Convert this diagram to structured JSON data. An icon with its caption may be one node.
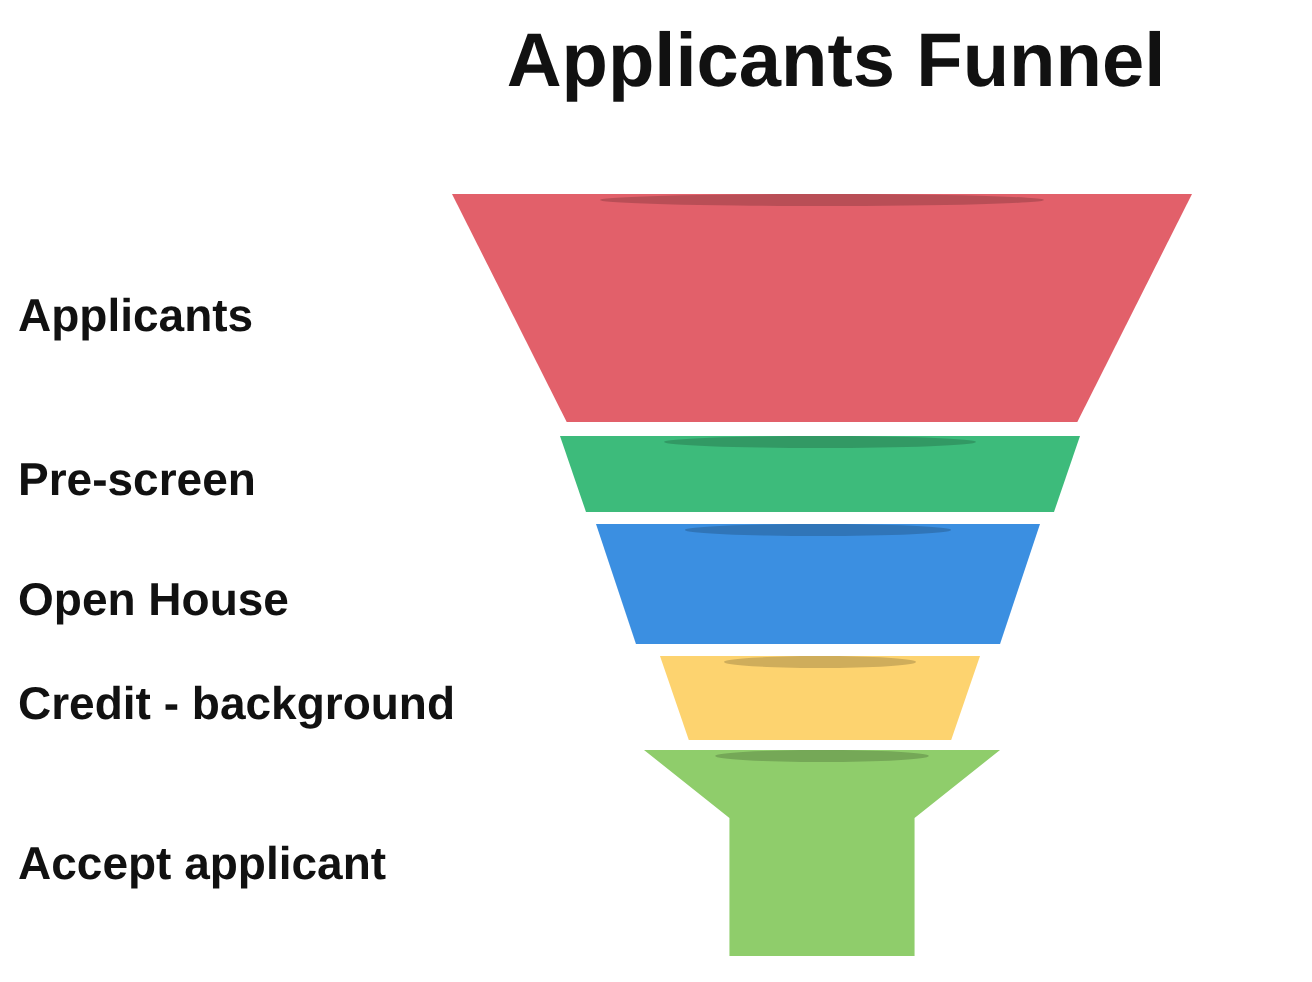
{
  "diagram": {
    "title": "Applicants Funnel",
    "nodes": [
      {
        "text": [],
        "shape": "trapezoid"
      },
      {
        "text": [],
        "shape": "trapezoid"
      },
      {
        "text": [],
        "shape": "trapezoid"
      },
      {
        "text": [],
        "shape": "trapezoid"
      },
      {
        "text": [],
        "shape": "funnel"
      }
    ],
    "labels": [
      "Applicants",
      "Pre-screen",
      "Open House",
      "Credit - background",
      "Accept applicant"
    ]
  }
}
